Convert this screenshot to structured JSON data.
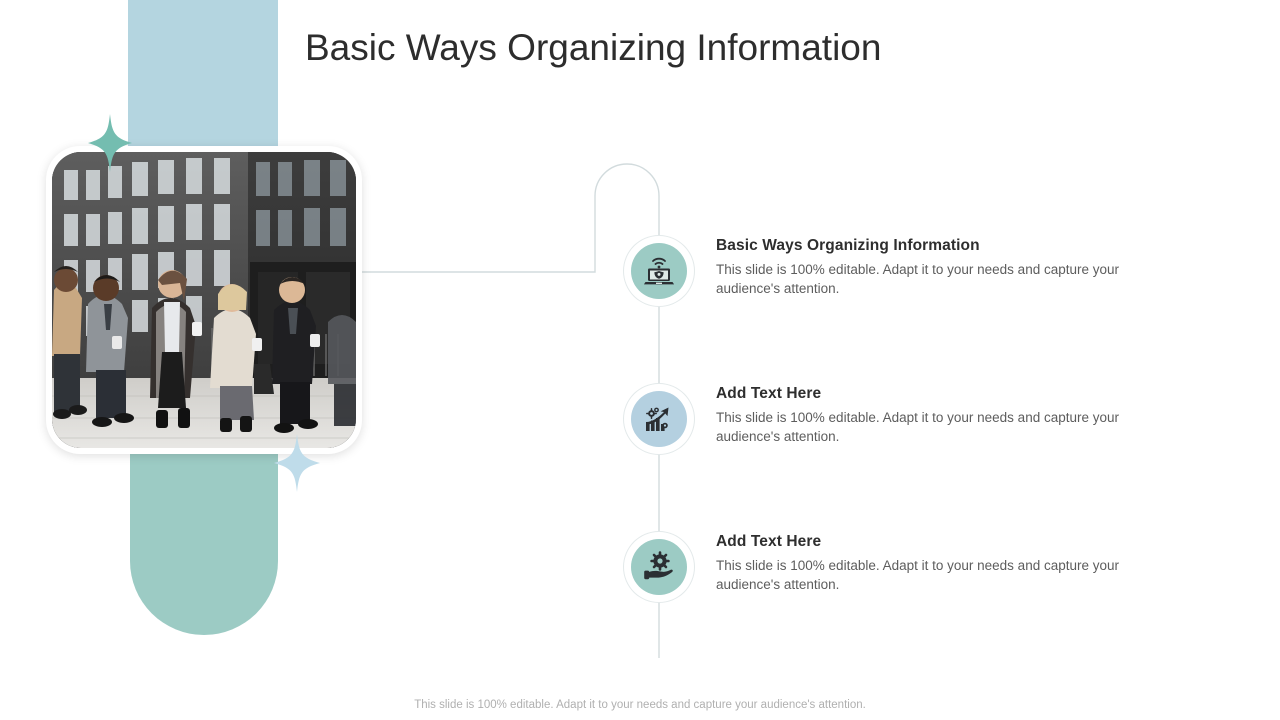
{
  "slide": {
    "title": "Basic Ways Organizing Information",
    "footer_note": "This slide is 100% editable. Adapt it to your needs and capture your audience's attention."
  },
  "theme": {
    "accent_green": "#9ccbc4",
    "accent_blue": "#b4d5e0",
    "title_color": "#2d2d2d",
    "heading_color": "#2e2e2e",
    "body_color": "#5d5d5d",
    "footer_color": "#b0b0b0",
    "connector_color": "#cfd8da"
  },
  "photo": {
    "alt": "Five business people walking on a city street holding coffee cups in front of a dark brick office building"
  },
  "decorations": {
    "top_block_color": "#b4d5e0",
    "bottom_block_color": "#9ccbc4",
    "sparkle_top_color": "#74bdb0",
    "sparkle_bottom_color": "#bfdcea"
  },
  "items": [
    {
      "icon": "laptop-security-icon",
      "icon_circle_color": "#9ccbc4",
      "heading": "Basic Ways Organizing Information",
      "body": "This slide is 100% editable. Adapt it to your needs and capture your audience's attention."
    },
    {
      "icon": "growth-chart-gears-icon",
      "icon_circle_color": "#b4d0e0",
      "heading": "Add Text Here",
      "body": "This slide is 100% editable. Adapt it to your needs and capture your audience's attention."
    },
    {
      "icon": "hand-holding-gear-icon",
      "icon_circle_color": "#9ccbc4",
      "heading": "Add Text Here",
      "body": "This slide is 100% editable. Adapt it to your needs and capture your audience's attention."
    }
  ]
}
